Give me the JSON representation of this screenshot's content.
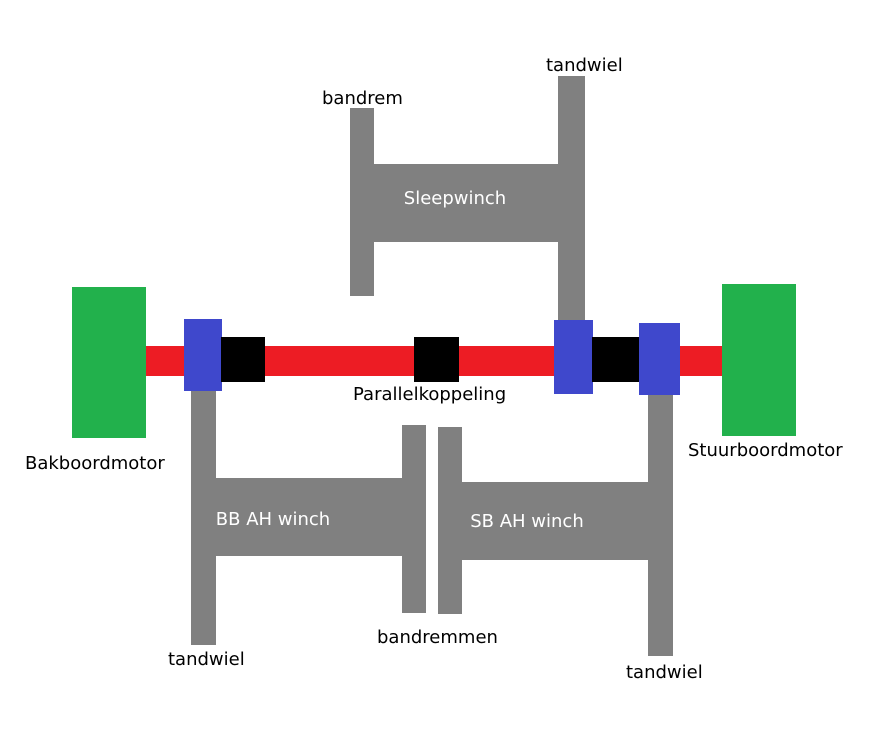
{
  "colors": {
    "winch": "#808080",
    "shaft": "#ed1c24",
    "coupling": "#000000",
    "gear": "#3f48cc",
    "motor": "#22b14c"
  },
  "labels": {
    "bandrem": "bandrem",
    "tandwiel_top": "tandwiel",
    "sleepwinch": "Sleepwinch",
    "parallelkoppeling": "Parallelkoppeling",
    "bakboordmotor": "Bakboordmotor",
    "stuurboordmotor": "Stuurboordmotor",
    "bb_ah_winch": "BB AH winch",
    "sb_ah_winch": "SB AH winch",
    "tandwiel_left": "tandwiel",
    "bandremmen": "bandremmen",
    "tandwiel_right": "tandwiel"
  }
}
